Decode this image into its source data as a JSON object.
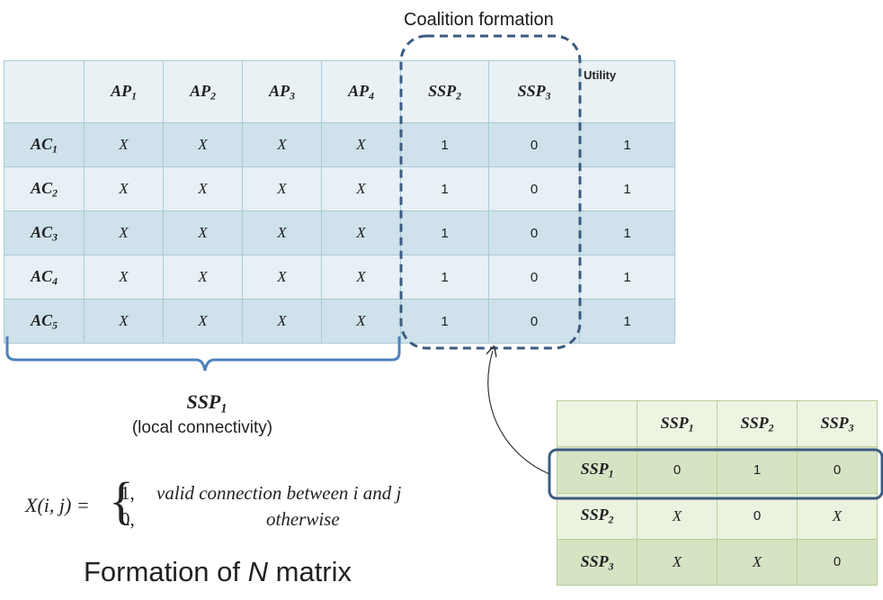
{
  "coalition_label": "Coalition formation",
  "main_table": {
    "headers": [
      {
        "base": "AP",
        "sub": "1"
      },
      {
        "base": "AP",
        "sub": "2"
      },
      {
        "base": "AP",
        "sub": "3"
      },
      {
        "base": "AP",
        "sub": "4"
      },
      {
        "base": "SSP",
        "sub": "2"
      },
      {
        "base": "SSP",
        "sub": "3"
      }
    ],
    "utility_header": "Utility",
    "rows": [
      {
        "base": "AC",
        "sub": "1",
        "cells": [
          "X",
          "X",
          "X",
          "X",
          "1",
          "0",
          "1"
        ]
      },
      {
        "base": "AC",
        "sub": "2",
        "cells": [
          "X",
          "X",
          "X",
          "X",
          "1",
          "0",
          "1"
        ]
      },
      {
        "base": "AC",
        "sub": "3",
        "cells": [
          "X",
          "X",
          "X",
          "X",
          "1",
          "0",
          "1"
        ]
      },
      {
        "base": "AC",
        "sub": "4",
        "cells": [
          "X",
          "X",
          "X",
          "X",
          "1",
          "0",
          "1"
        ]
      },
      {
        "base": "AC",
        "sub": "5",
        "cells": [
          "X",
          "X",
          "X",
          "X",
          "1",
          "0",
          "1"
        ]
      }
    ]
  },
  "brace_label": {
    "base": "SSP",
    "sub": "1"
  },
  "brace_sublabel": "(local connectivity)",
  "formula": {
    "lhs": "X(i, j) =",
    "case1_value": "1,",
    "case1_text": "valid connection between i and j",
    "case0_value": "0,",
    "case0_text": "otherwise"
  },
  "caption": {
    "prefix": "Formation of ",
    "var": "N",
    "suffix": " matrix"
  },
  "sub_table": {
    "headers": [
      {
        "base": "SSP",
        "sub": "1"
      },
      {
        "base": "SSP",
        "sub": "2"
      },
      {
        "base": "SSP",
        "sub": "3"
      }
    ],
    "rows": [
      {
        "base": "SSP",
        "sub": "1",
        "cells": [
          "0",
          "1",
          "0"
        ]
      },
      {
        "base": "SSP",
        "sub": "2",
        "cells": [
          "X",
          "0",
          "X"
        ]
      },
      {
        "base": "SSP",
        "sub": "3",
        "cells": [
          "X",
          "X",
          "0"
        ]
      }
    ]
  },
  "colors": {
    "blue_border": "#a9cbd8",
    "highlight_outline": "#3b5b80",
    "green_border": "#b7cf98"
  }
}
